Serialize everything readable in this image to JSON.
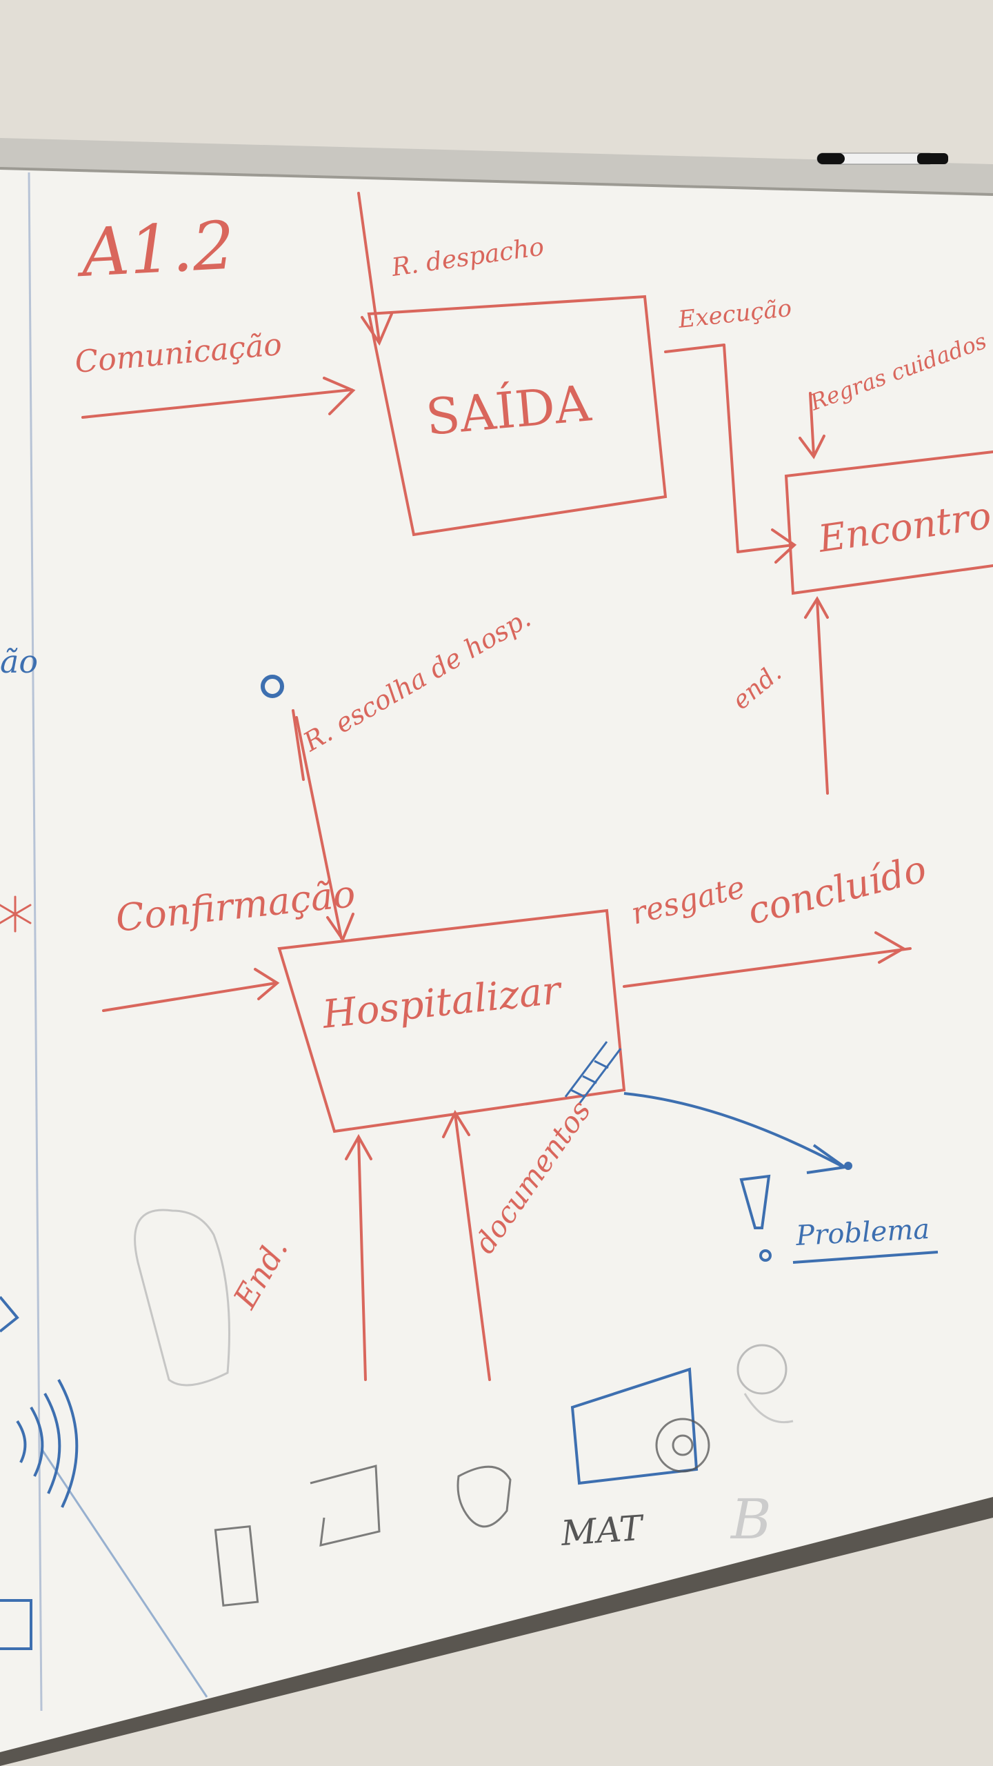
{
  "colors": {
    "wall": "#ddd9d0",
    "board": "#f3f2ee",
    "frame": "#a8a69f",
    "red_marker": "#d9665c",
    "blue_marker": "#3d6fb0",
    "dark_marker": "#3a3a3a"
  },
  "board": {
    "title": "A1.2",
    "saida": {
      "label": "SAÍDA",
      "input_left": "Comunicação",
      "input_top": "R. despacho",
      "output_right": "Execução"
    },
    "encontro": {
      "label": "Encontro",
      "input_top": "Regras cuidados",
      "input_bottom": "end."
    },
    "hospitalizar": {
      "label": "Hospitalizar",
      "input_left": "Confirmação",
      "input_top": "R. escolha de hosp.",
      "output_right_1": "resgate",
      "output_right_2": "concluído",
      "input_bottom_1": "End.",
      "input_bottom_2": "documentos"
    },
    "problema": {
      "label": "Problema"
    },
    "left_edge_text": "ão",
    "sketch_text_1": "MAT",
    "sketch_text_2": "B"
  }
}
